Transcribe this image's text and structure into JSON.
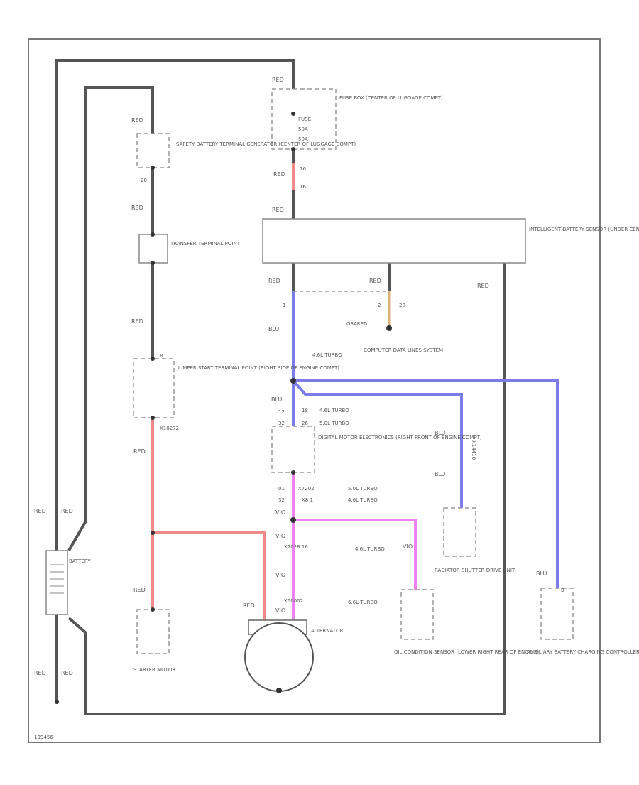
{
  "colors": {
    "wire_black": "#555555",
    "wire_red": "#f08a8a",
    "wire_blue": "#7b7bea",
    "wire_violet": "#ee82ee",
    "wire_orange": "#e0b070",
    "component_stroke": "#999999",
    "frame": "#777777"
  },
  "wire_codes": {
    "red": "RED",
    "blu": "BLU",
    "vio": "VIO"
  },
  "components": {
    "fuse_box": {
      "name": "FUSE BOX (CENTER OF LUGGAGE COMPT)",
      "fuse": "FUSE",
      "fuse_no_a": "50A",
      "fuse_no_b": "50A"
    },
    "safety_battery_terminal": {
      "name": "SAFETY BATTERY TERMINAL GENERATOR (CENTER OF LUGGAGE COMPT)"
    },
    "transfer_terminal": {
      "name": "TRANSFER TERMINAL POINT"
    },
    "jumper_start": {
      "name": "JUMPER START TERMINAL POINT (RIGHT SIDE OF ENGINE COMPT)"
    },
    "ibs": {
      "name": "INTELLIGENT BATTERY SENSOR (UNDER CENTER OF LUGGAGE COMPT)"
    },
    "ground": {
      "name": "GRARED"
    },
    "data_lines": {
      "name": "COMPUTER DATA LINES SYSTEM"
    },
    "dme": {
      "name": "DIGITAL MOTOR ELECTRONICS (RIGHT FRONT OF ENGINE COMPT)"
    },
    "battery": {
      "name": "BATTERY"
    },
    "starter": {
      "name": "STARTER MOTOR"
    },
    "alternator": {
      "name": "ALTERNATOR"
    },
    "oil_sensor": {
      "name": "OIL CONDITION SENSOR (LOWER RIGHT REAR OF ENGINE)"
    },
    "radiator_shutter": {
      "name": "RADIATOR SHUTTER DRIVE UNIT"
    },
    "aux_battery": {
      "name": "AUXILIARY BATTERY CHARGING CONTROLLER"
    }
  },
  "pins": {
    "fuse_16a": "16",
    "fuse_16b": "16",
    "sbt_pin": "28",
    "jumper_pin": "B",
    "jumper_below": "X10272",
    "ibs_pin1": "1",
    "ibs_pin2": "2",
    "ibs_pin_code": "28",
    "dme_pin_a": "12",
    "dme_pin_b": "32",
    "dme_pin_c": "18",
    "dme_pin_d": "26",
    "alt_pin_a": "01",
    "alt_pin_b": "32",
    "conn1": "X7202",
    "conn2": "X8 1",
    "conn3": "X7028 16",
    "conn4": "X60002",
    "aux_pin": "B",
    "shutter_code": "X14410"
  },
  "notes": {
    "turbo_4_6l": "4.6L TURBO",
    "turbo_5_0l": "5.0L TURBO",
    "turbo_4_6l_b": "4.6L TURBO",
    "turbo_4_6l_c": "4.6L TURBO",
    "turbo_6l": "6.6L TURBO",
    "fig_code": "139456"
  }
}
